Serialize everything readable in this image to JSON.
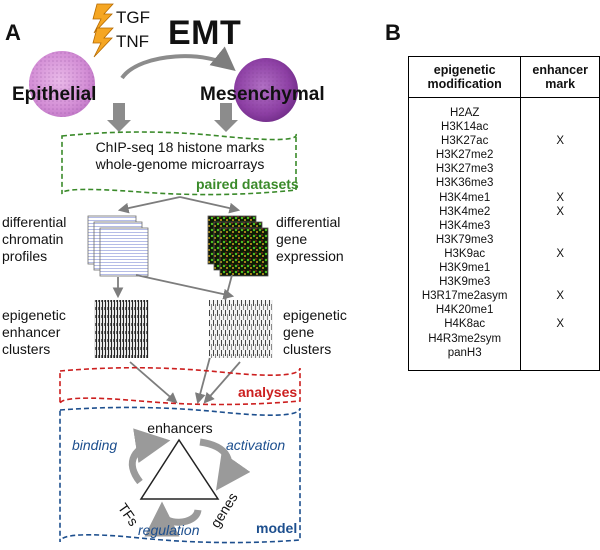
{
  "panel_a": {
    "letter": "A",
    "stimuli": [
      "TGF",
      "TNF"
    ],
    "title": "EMT",
    "state_left": "Epithelial",
    "state_right": "Mesenchymal",
    "datasets_lines": [
      "ChIP-seq 18 histone marks",
      "whole-genome microarrays"
    ],
    "datasets_label": "paired datasets",
    "left_profile": [
      "differential",
      "chromatin",
      "profiles"
    ],
    "right_profile": [
      "differential",
      "gene",
      "expression"
    ],
    "left_clusters": [
      "epigenetic",
      "enhancer",
      "clusters"
    ],
    "right_clusters": [
      "epigenetic",
      "gene",
      "clusters"
    ],
    "analyses_label": "analyses",
    "model": {
      "top": "enhancers",
      "left": "TFs",
      "right": "genes",
      "binding": "binding",
      "activation": "activation",
      "regulation": "regulation",
      "label": "model"
    },
    "colors": {
      "green": "#3a8a2a",
      "red": "#cc1f1f",
      "blue": "#1d4f8e",
      "arrow": "#808080"
    }
  },
  "panel_b": {
    "letter": "B",
    "headers": [
      "epigenetic modification",
      "enhancer mark"
    ],
    "rows": [
      {
        "mod": "H2AZ",
        "mark": ""
      },
      {
        "mod": "H3K14ac",
        "mark": ""
      },
      {
        "mod": "H3K27ac",
        "mark": "X"
      },
      {
        "mod": "H3K27me2",
        "mark": ""
      },
      {
        "mod": "H3K27me3",
        "mark": ""
      },
      {
        "mod": "H3K36me3",
        "mark": ""
      },
      {
        "mod": "H3K4me1",
        "mark": "X"
      },
      {
        "mod": "H3K4me2",
        "mark": "X"
      },
      {
        "mod": "H3K4me3",
        "mark": ""
      },
      {
        "mod": "H3K79me3",
        "mark": ""
      },
      {
        "mod": "H3K9ac",
        "mark": "X"
      },
      {
        "mod": "H3K9me1",
        "mark": ""
      },
      {
        "mod": "H3K9me3",
        "mark": ""
      },
      {
        "mod": "H3R17me2asym",
        "mark": "X"
      },
      {
        "mod": "H4K20me1",
        "mark": ""
      },
      {
        "mod": "H4K8ac",
        "mark": "X"
      },
      {
        "mod": "H4R3me2sym",
        "mark": ""
      },
      {
        "mod": "panH3",
        "mark": ""
      }
    ]
  }
}
